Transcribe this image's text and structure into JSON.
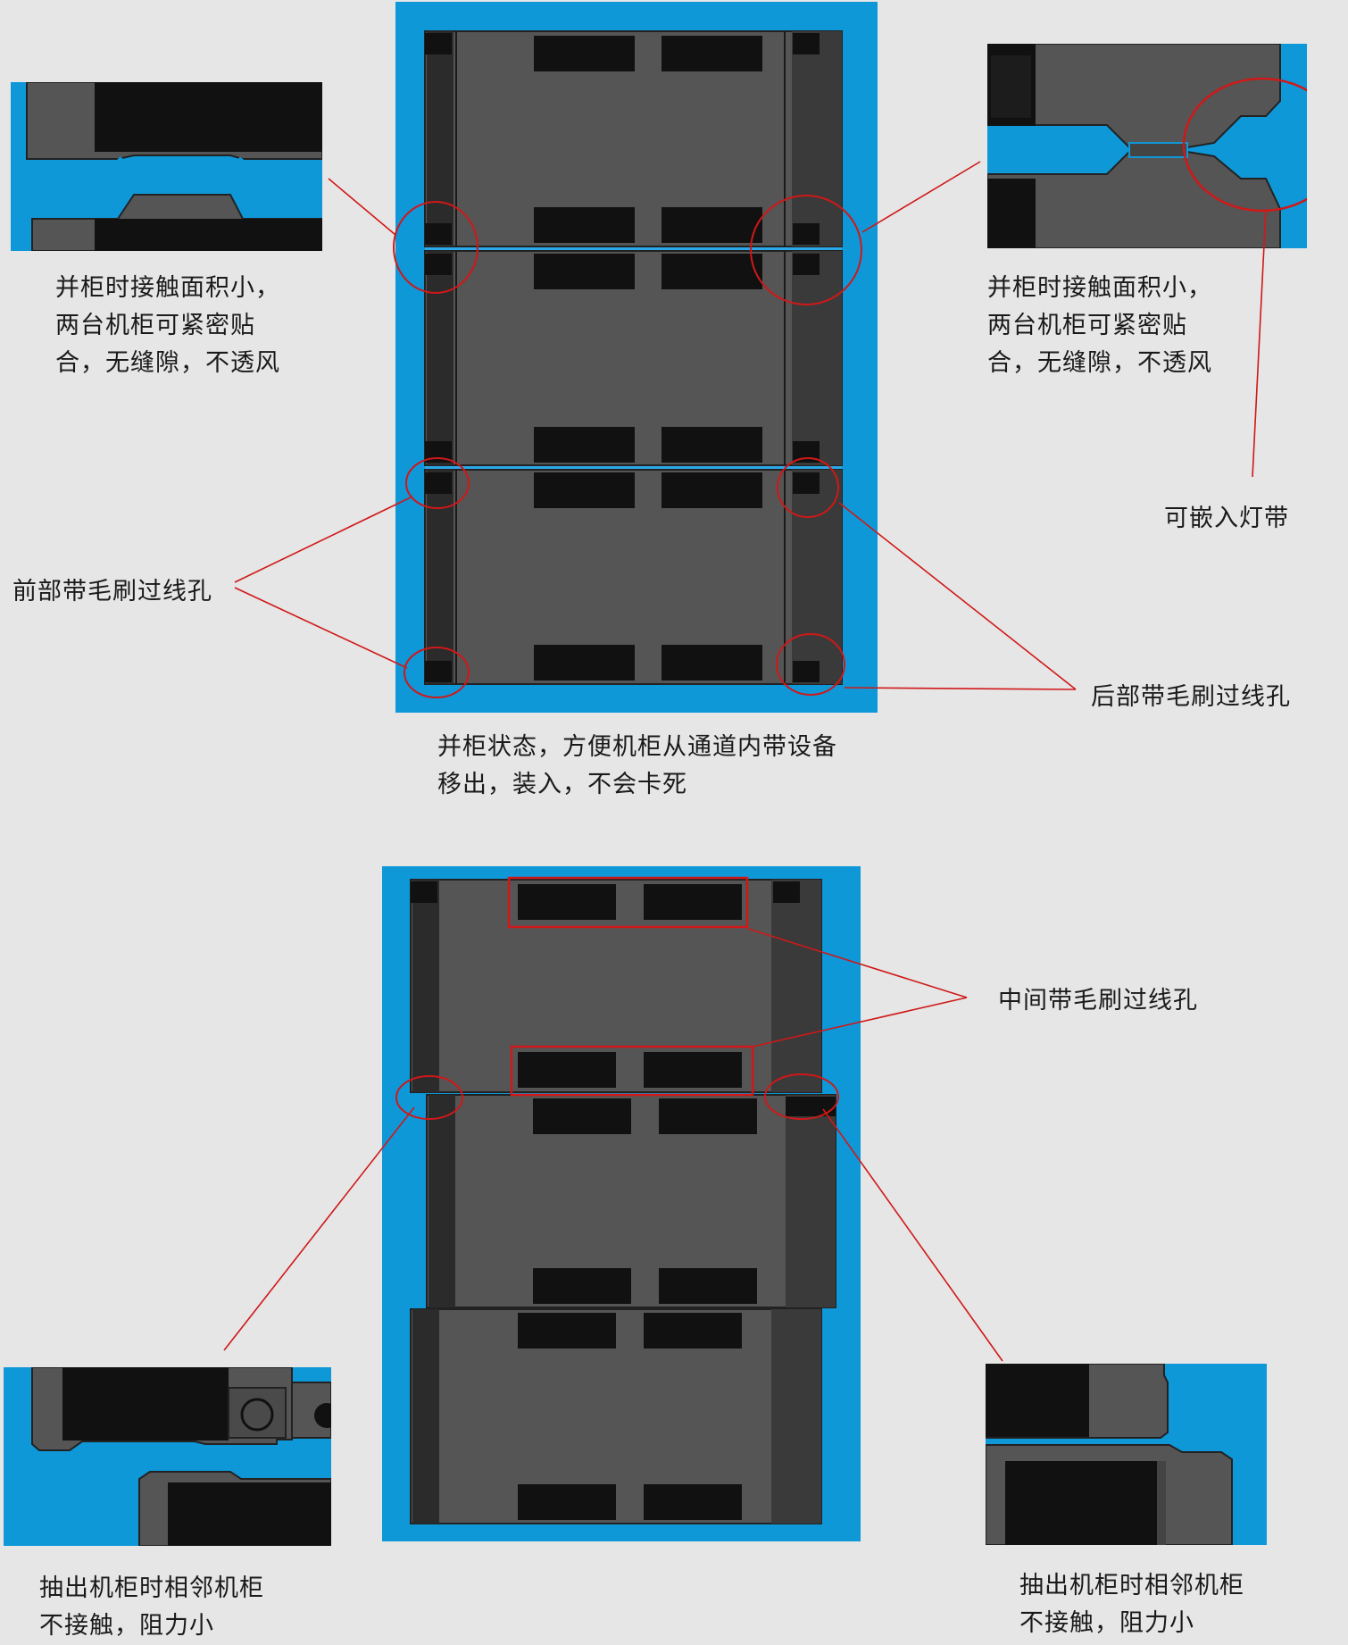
{
  "colors": {
    "page_background": "#e6e6e6",
    "background_blue": "#0e98d8",
    "cabinet_dark_gray": "#555555",
    "panel_black": "#111111",
    "callout_red": "#d01818"
  },
  "labels": {
    "tl_seal": [
      "并柜时接触面积小，",
      "两台机柜可紧密贴",
      "合，无缝隙，不透风"
    ],
    "tr_seal": [
      "并柜时接触面积小，",
      "两台机柜可紧密贴",
      "合，无缝隙，不透风"
    ],
    "light_strip": "可嵌入灯带",
    "front_brush": "前部带毛刷过线孔",
    "rear_brush": "后部带毛刷过线孔",
    "merged_state": [
      "并柜状态，方便机柜从通道内带设备",
      "移出，装入，不会卡死"
    ],
    "middle_brush": "中间带毛刷过线孔",
    "bl_pull": [
      "抽出机柜时相邻机柜",
      "不接触，阻力小"
    ],
    "br_pull": [
      "抽出机柜时相邻机柜",
      "不接触，阻力小"
    ]
  }
}
